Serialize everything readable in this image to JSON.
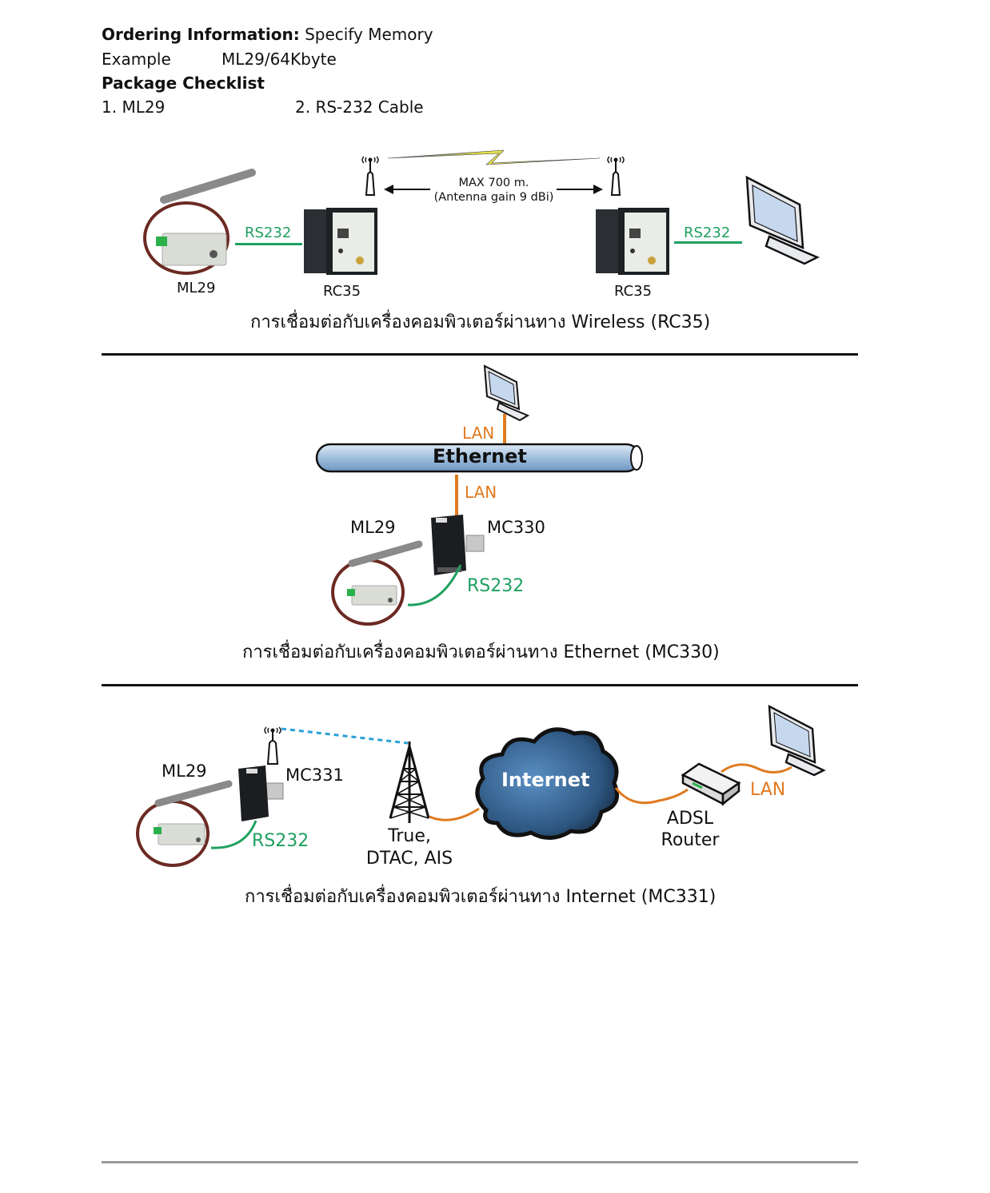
{
  "ordering": {
    "label": "Ordering Information:",
    "value": "Specify Memory",
    "example_label": "Example",
    "example_value": "ML29/64Kbyte"
  },
  "package": {
    "title": "Package Checklist",
    "items": [
      "1. ML29",
      "2. RS-232 Cable"
    ]
  },
  "colors": {
    "rs232": "#1fa060",
    "lan": "#e07a20",
    "dashed_link": "#2aa0d8",
    "rule": "#111111",
    "footer_rule": "#9a9a9a"
  },
  "wireless": {
    "left_device": "ML29",
    "left_link": "RS232",
    "radio_left": "RC35",
    "radio_right": "RC35",
    "right_link": "RS232",
    "range_line1": "MAX 700 m.",
    "range_line2": "(Antenna gain 9 dBi)",
    "caption": "การเชื่อมต่อกับเครื่องคอมพิวเตอร์ผ่านทาง Wireless (RC35)"
  },
  "ethernet": {
    "bus_label": "Ethernet",
    "top_link": "LAN",
    "bottom_link": "LAN",
    "logger": "ML29",
    "converter": "MC330",
    "serial_link": "RS232",
    "caption": "การเชื่อมต่อกับเครื่องคอมพิวเตอร์ผ่านทาง Ethernet (MC330)"
  },
  "internet": {
    "logger": "ML29",
    "modem": "MC331",
    "serial_link": "RS232",
    "carrier_line1": "True,",
    "carrier_line2": "DTAC, AIS",
    "cloud_label": "Internet",
    "router_line1": "ADSL",
    "router_line2": "Router",
    "lan_link": "LAN",
    "caption": "การเชื่อมต่อกับเครื่องคอมพิวเตอร์ผ่านทาง Internet (MC331)"
  }
}
